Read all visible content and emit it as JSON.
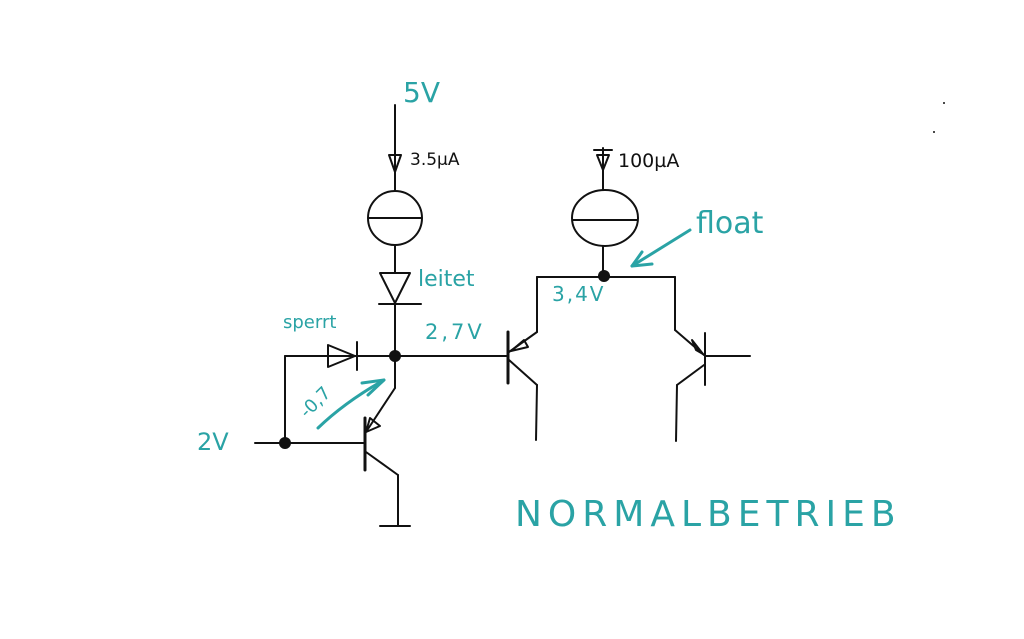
{
  "title": "NORMALBETRIEB",
  "labels": {
    "supply": "5V",
    "current_left": "3.5µA",
    "current_right": "100µA",
    "diode_top_state": "leitet",
    "diode_left_state": "sperrt",
    "base_voltage": "2,7V",
    "vbe_drop": "-0,7",
    "input_voltage": "2V",
    "emitter_node_voltage": "3,4V",
    "emitter_node_state": "float"
  },
  "colors": {
    "annotation": "#2aa3a5",
    "wire": "#111111"
  }
}
